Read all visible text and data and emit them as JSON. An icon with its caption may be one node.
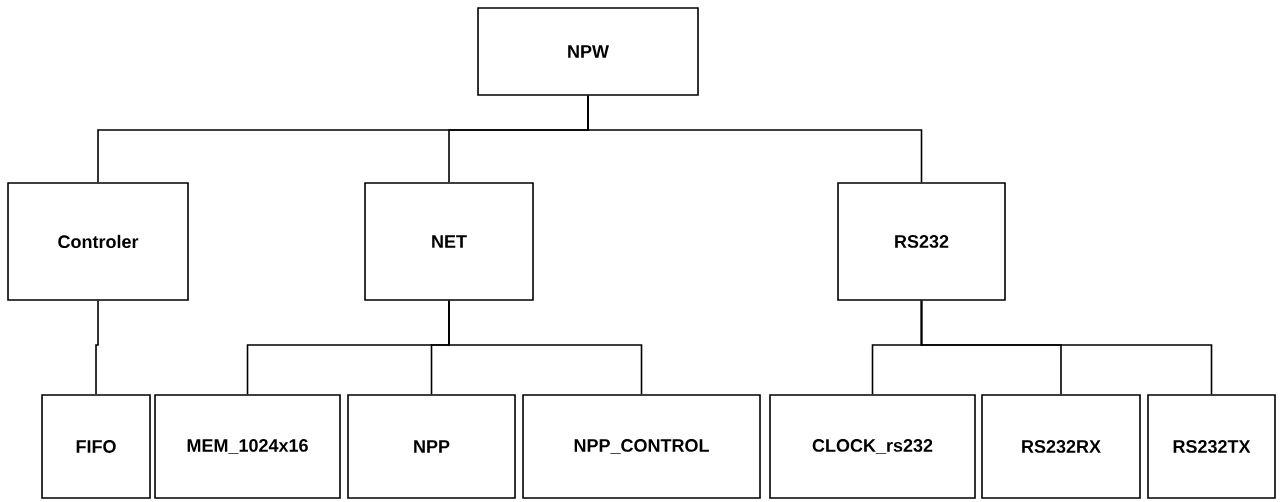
{
  "diagram": {
    "nodes": [
      {
        "text": [
          "NPW"
        ]
      },
      {
        "text": [
          "Controler"
        ]
      },
      {
        "text": [
          "NET"
        ]
      },
      {
        "text": [
          "RS232"
        ]
      },
      {
        "text": [
          "FIFO"
        ]
      },
      {
        "text": [
          "MEM_1024x16"
        ]
      },
      {
        "text": [
          "NPP"
        ]
      },
      {
        "text": [
          "NPP_CONTROL"
        ]
      },
      {
        "text": [
          "CLOCK_rs232"
        ]
      },
      {
        "text": [
          "RS232RX"
        ]
      },
      {
        "text": [
          "RS232TX"
        ]
      }
    ],
    "edges": [
      {
        "from": 0,
        "to": 1,
        "arrow": "none"
      },
      {
        "from": 0,
        "to": 2,
        "arrow": "none"
      },
      {
        "from": 0,
        "to": 3,
        "arrow": "none"
      },
      {
        "from": 1,
        "to": 4,
        "arrow": "none"
      },
      {
        "from": 2,
        "to": 5,
        "arrow": "none"
      },
      {
        "from": 2,
        "to": 6,
        "arrow": "none"
      },
      {
        "from": 2,
        "to": 7,
        "arrow": "none"
      },
      {
        "from": 3,
        "to": 8,
        "arrow": "none"
      },
      {
        "from": 3,
        "to": 9,
        "arrow": "none"
      },
      {
        "from": 3,
        "to": 10,
        "arrow": "none"
      }
    ]
  }
}
